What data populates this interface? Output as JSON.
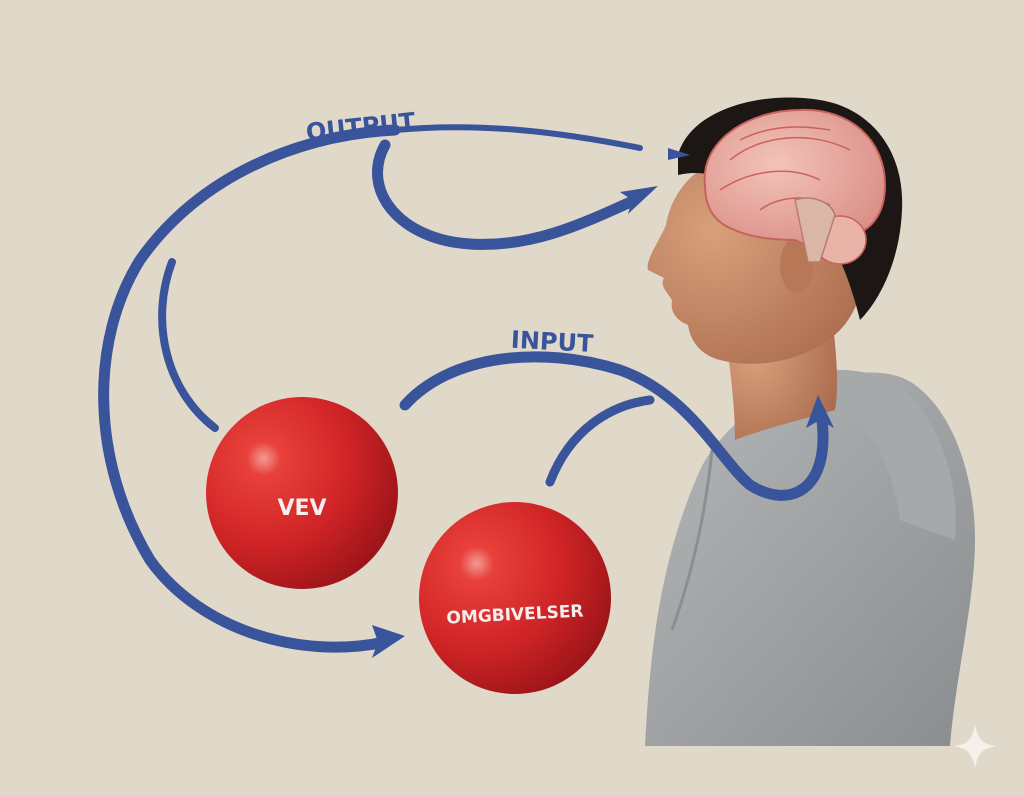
{
  "labels": {
    "output": "OUTPUT",
    "input": "INPUT",
    "sphere_1": "VEV",
    "sphere_2": "OMGBIVELSER"
  },
  "colors": {
    "background": "#e0d9ca",
    "arrow": "#3a549c",
    "sphere": "#d42a2a",
    "hoodie": "#9fa2a3",
    "skin": "#c98a68",
    "hair": "#1c1714",
    "brain": "#e9a9a0"
  },
  "icons": [
    "sparkle-icon"
  ]
}
